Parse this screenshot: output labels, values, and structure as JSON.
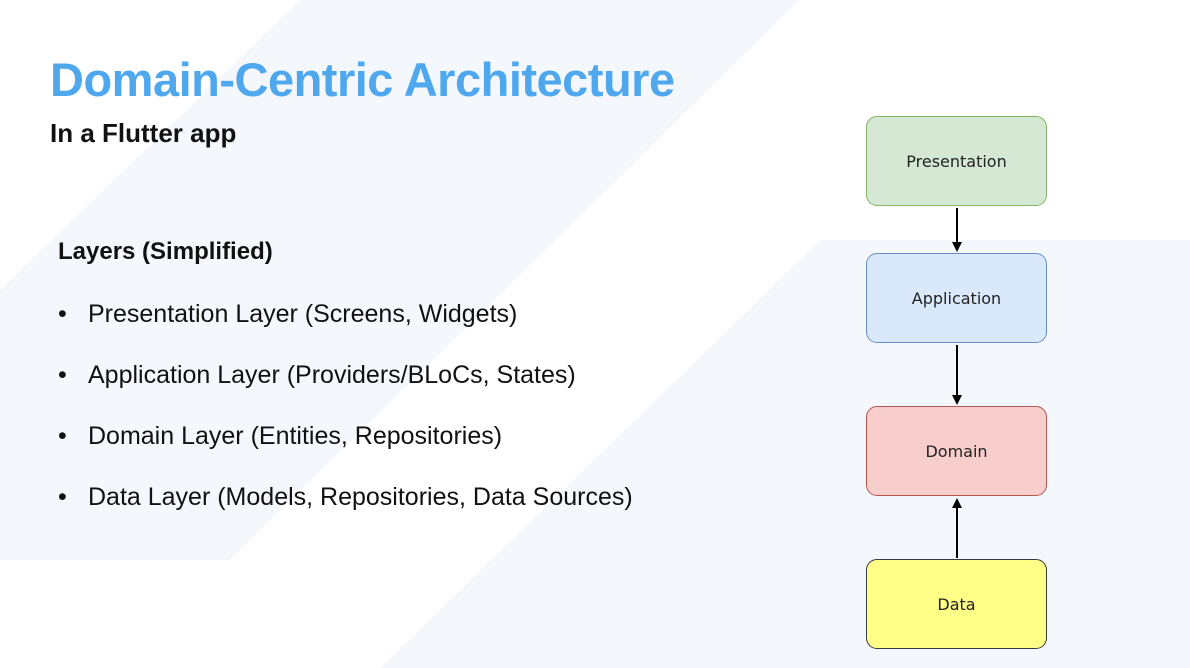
{
  "slide": {
    "title": "Domain-Centric Architecture",
    "subtitle": "In a Flutter app",
    "title_color": "#4fa8ee"
  },
  "layers": {
    "heading": "Layers (Simplified)",
    "bullet_glyph": "•",
    "items": [
      "Presentation Layer (Screens, Widgets)",
      "Application Layer (Providers/BLoCs, States)",
      "Domain Layer (Entities, Repositories)",
      "Data Layer (Models, Repositories, Data Sources)"
    ]
  },
  "diagram": {
    "nodes": [
      {
        "label": "Presentation",
        "fill": "#d5e8d4",
        "stroke": "#82b366"
      },
      {
        "label": "Application",
        "fill": "#dae8fc",
        "stroke": "#6c8ebf"
      },
      {
        "label": "Domain",
        "fill": "#f8cecc",
        "stroke": "#b85450"
      },
      {
        "label": "Data",
        "fill": "#ffff88",
        "stroke": "#36393d"
      }
    ],
    "edges": [
      {
        "from": "Presentation",
        "to": "Application"
      },
      {
        "from": "Application",
        "to": "Domain"
      },
      {
        "from": "Data",
        "to": "Domain"
      }
    ]
  }
}
